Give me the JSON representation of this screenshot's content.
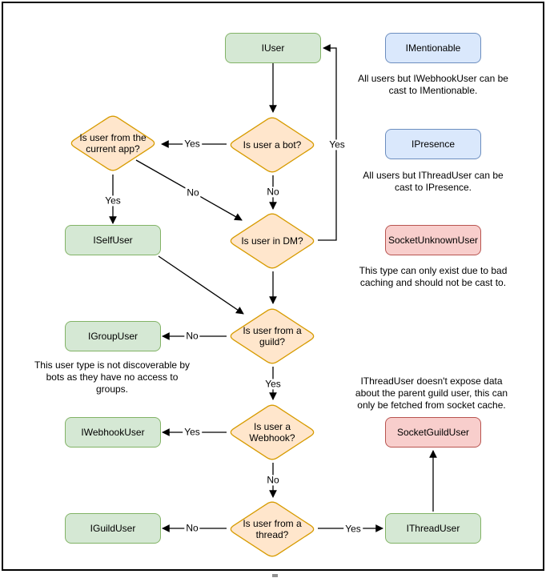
{
  "diagram": {
    "type": "flowchart",
    "colors": {
      "green_fill": "#d5e8d4",
      "green_border": "#82b366",
      "orange_fill": "#ffe6cc",
      "orange_border": "#d79b00",
      "blue_fill": "#dae8fc",
      "blue_border": "#6c8ebf",
      "red_fill": "#f8cecc",
      "red_border": "#b85450",
      "line": "#000000"
    },
    "nodes": {
      "iuser": "IUser",
      "imentionable": "IMentionable",
      "ipresence": "IPresence",
      "socket_unknown_user": "SocketUnknownUser",
      "iself_user": "ISelfUser",
      "igroup_user": "IGroupUser",
      "iwebhook_user": "IWebhookUser",
      "iguild_user": "IGuildUser",
      "socket_guild_user": "SocketGuildUser",
      "ithread_user": "IThreadUser"
    },
    "decisions": {
      "is_bot": "Is user a bot?",
      "from_current_app": "Is user from the\ncurrent app?",
      "in_dm": "Is user in DM?",
      "from_guild": "Is user from a\nguild?",
      "is_webhook": "Is user a\nWebhook?",
      "from_thread": "Is user from a\nthread?"
    },
    "captions": {
      "imentionable": "All users but IWebhookUser can be\ncast to IMentionable.",
      "ipresence": "All users but IThreadUser can be\ncast to IPresence.",
      "socket_unknown_user": "This type can only exist due to bad\ncaching and should not be cast to.",
      "igroup_user": "This user type is not discoverable by\nbots as they have no access to\ngroups.",
      "ithread_user": "IThreadUser doesn't expose data\nabout the parent guild user, this can\nonly be fetched from socket cache."
    },
    "edge_labels": {
      "bot_yes": "Yes",
      "bot_no": "No",
      "app_yes": "Yes",
      "app_no": "No",
      "dm_yes": "Yes",
      "guild_no": "No",
      "guild_yes": "Yes",
      "webhook_yes": "Yes",
      "webhook_no": "No",
      "thread_no": "No",
      "thread_yes": "Yes"
    }
  }
}
